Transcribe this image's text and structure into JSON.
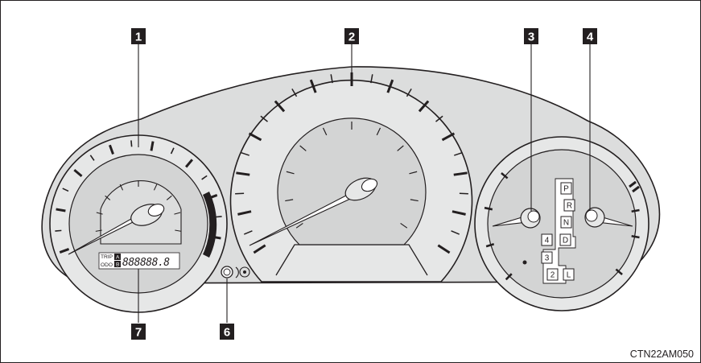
{
  "colors": {
    "panel_fill": "#dcdddd",
    "gauge_ring": "#e6e7e7",
    "gauge_face": "#d3d4d4",
    "ink": "#231f20",
    "callout_fill": "#231f20",
    "callout_text": "#ffffff"
  },
  "callouts": [
    {
      "number": "1"
    },
    {
      "number": "2"
    },
    {
      "number": "3"
    },
    {
      "number": "4"
    },
    {
      "number": "6"
    },
    {
      "number": "7"
    }
  ],
  "odometer_display": {
    "trip_label": "TRIP",
    "odo_label": "ODO",
    "trip_a": "A",
    "trip_b": "B",
    "digits": "888888.8"
  },
  "gear_indicator": {
    "main": [
      "P",
      "R",
      "N",
      "D"
    ],
    "secondary": [
      "4",
      "3",
      "2",
      "L"
    ]
  },
  "figure_code": "CTN22AM050",
  "icons": [
    "odo-trip-reset-knob-icon",
    "dial-symbol-icon"
  ]
}
